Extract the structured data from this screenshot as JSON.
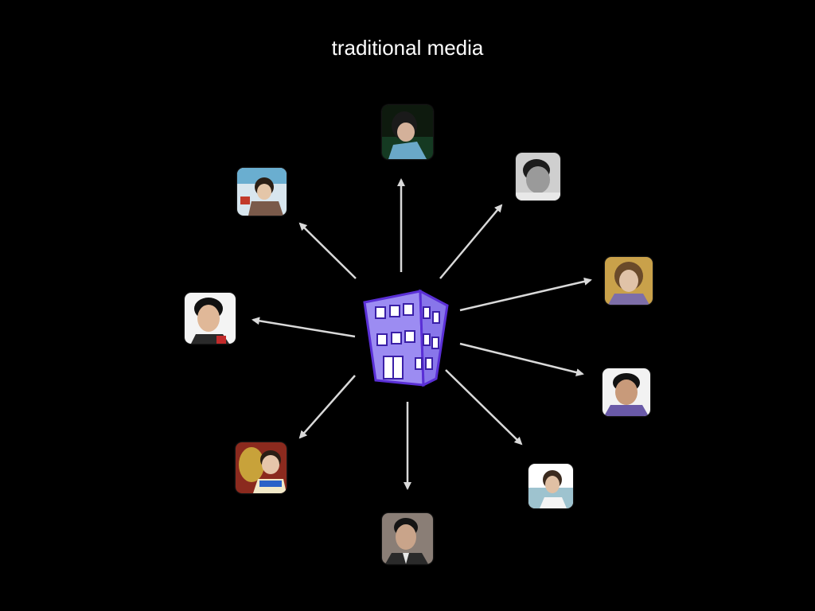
{
  "slide": {
    "title": "traditional media"
  },
  "center_node": {
    "icon": "office-building-icon",
    "color": "#9c8cf2"
  },
  "arrow_color": "#d9d9d9",
  "recipients": [
    {
      "name": "person-top",
      "icon": "person-photo-icon"
    },
    {
      "name": "person-top-right",
      "icon": "person-photo-icon"
    },
    {
      "name": "person-right-upper",
      "icon": "person-photo-icon"
    },
    {
      "name": "person-right-lower",
      "icon": "person-photo-icon"
    },
    {
      "name": "person-bottom-right",
      "icon": "person-photo-icon"
    },
    {
      "name": "person-bottom",
      "icon": "person-photo-icon"
    },
    {
      "name": "person-bottom-left",
      "icon": "person-photo-icon"
    },
    {
      "name": "person-left",
      "icon": "person-photo-icon"
    },
    {
      "name": "person-top-left",
      "icon": "person-photo-icon"
    }
  ]
}
